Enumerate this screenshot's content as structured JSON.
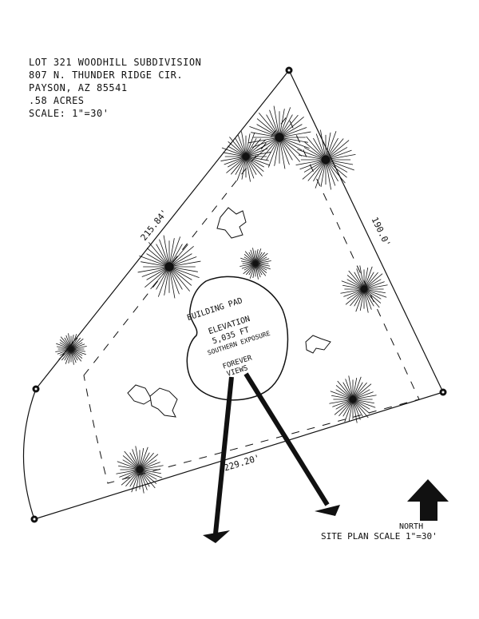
{
  "header": {
    "line1": "LOT 321 WOODHILL SUBDIVISION",
    "line2": "807 N. THUNDER RIDGE CIR.",
    "line3": "PAYSON, AZ 85541",
    "line4": ".58 ACRES",
    "line5": "SCALE: 1\"=30'"
  },
  "dimensions": {
    "northwest": "215.84'",
    "northeast": "190.0'",
    "south": "229.20'"
  },
  "building_pad": {
    "title": "BUILDING PAD",
    "elevation_label": "ELEVATION",
    "elevation_value": "5,035 FT",
    "exposure": "SOUTHERN EXPOSURE",
    "views_line1": "FOREVER",
    "views_line2": "VIEWS"
  },
  "north": {
    "label": "NORTH",
    "scale": "SITE PLAN SCALE 1\"=30'"
  },
  "icons": [
    "survey-marker-icon",
    "tree-icon",
    "rock-icon",
    "north-arrow-icon"
  ]
}
